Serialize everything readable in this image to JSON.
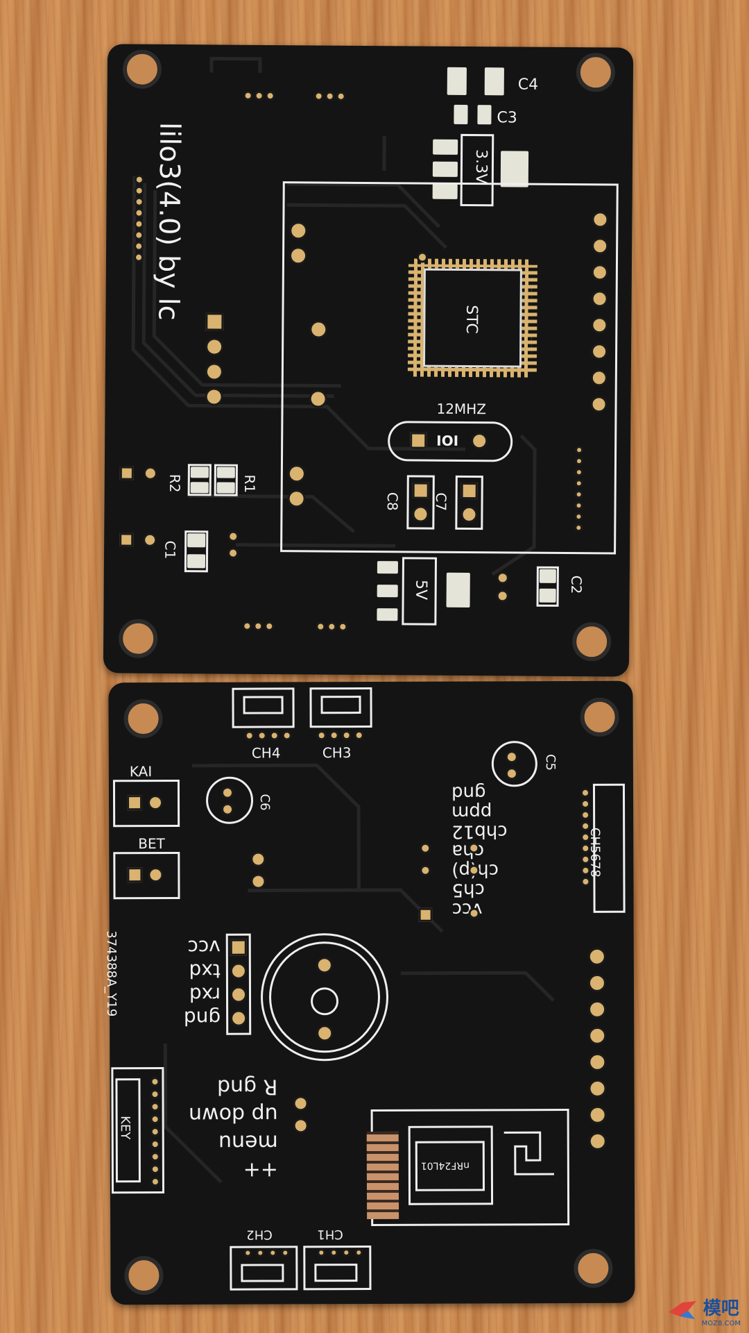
{
  "top_board": {
    "title": "lilo3(4.0) by lc",
    "labels": {
      "c4": "C4",
      "c3": "C3",
      "reg33": "3.3V",
      "mcu": "STC",
      "crystal": "12MHZ",
      "crystal_mark": "IOI",
      "c8": "C8",
      "c7": "C7",
      "r2": "R2",
      "r1": "R1",
      "c1": "C1",
      "reg5": "5V",
      "c2": "C2"
    }
  },
  "bottom_board": {
    "labels": {
      "ch4": "CH4",
      "ch3": "CH3",
      "kai": "KAI",
      "bet": "BET",
      "c6": "C6",
      "c5": "C5",
      "ch5678": "CH5678",
      "code": "374388A_Y19",
      "key": "KEY",
      "module": "nRF24L01",
      "ch2": "CH2",
      "ch1": "CH1"
    },
    "pins_right": [
      "vcc",
      "ch5",
      "ch(p)",
      "cha",
      "chb12",
      "ppm",
      "gnd"
    ],
    "pins_serial": [
      "vcc",
      "txd",
      "rxd",
      "gnd"
    ],
    "pins_keys": [
      "R gnd",
      "up down",
      "menu",
      "++"
    ]
  },
  "watermark": {
    "text": "模吧",
    "subtext": "MOZ8.COM"
  },
  "colors": {
    "board": "#141414",
    "silkscreen": "#f1f1f1",
    "copper_pad": "#d9b36f",
    "wood": "#c9874f"
  }
}
